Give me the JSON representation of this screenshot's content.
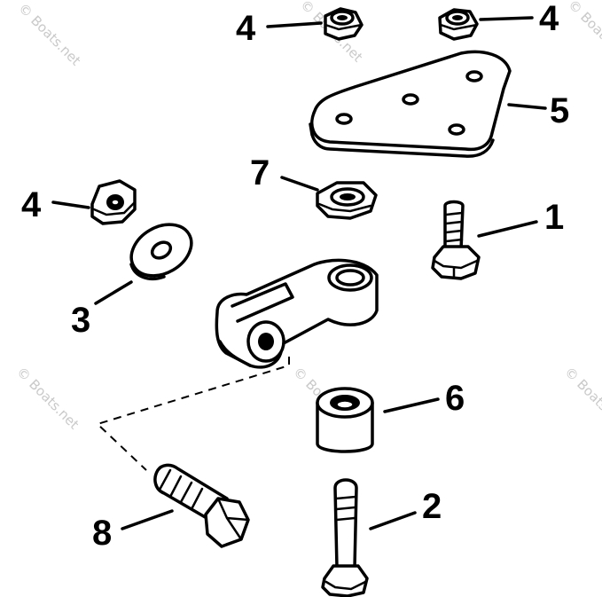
{
  "watermark": "© Boats.net",
  "callouts": {
    "p1": "1",
    "p2": "2",
    "p3": "3",
    "p4a": "4",
    "p4b": "4",
    "p4c": "4",
    "p5": "5",
    "p6": "6",
    "p7": "7",
    "p8": "8"
  }
}
